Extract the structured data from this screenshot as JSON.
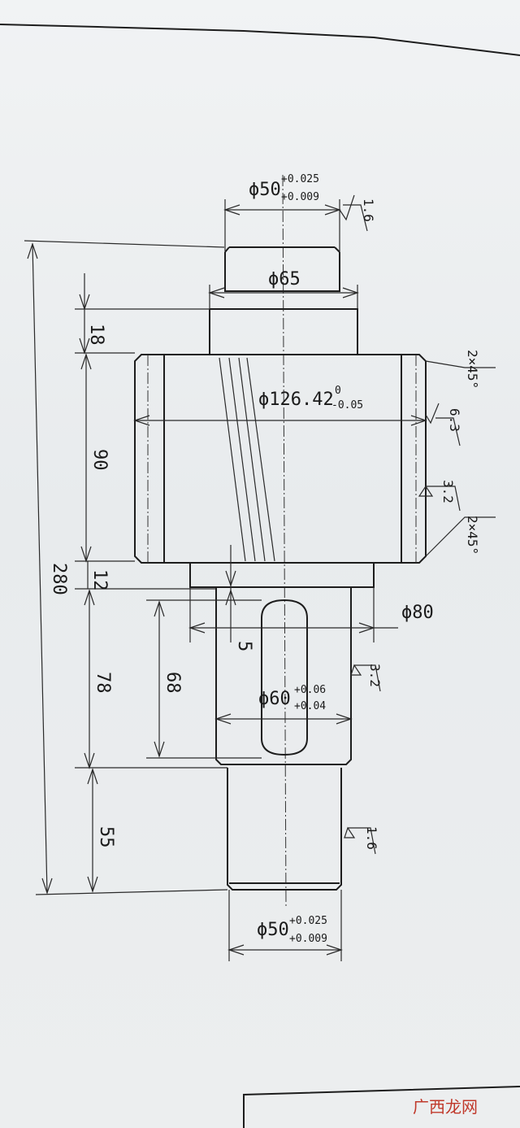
{
  "part": {
    "dims": {
      "top_journal_dia": "ϕ50",
      "top_journal_tol_upper": "+0.025",
      "top_journal_tol_lower": "+0.009",
      "shoulder_dia": "ϕ65",
      "drum_dia": "ϕ126.42",
      "drum_tol_upper": "0",
      "drum_tol_lower": "-0.05",
      "collar_dia": "ϕ80",
      "keyed_dia": "ϕ60",
      "keyed_tol_upper": "+0.06",
      "keyed_tol_lower": "+0.04",
      "bottom_journal_dia": "ϕ50",
      "bottom_journal_tol_upper": "+0.025",
      "bottom_journal_tol_lower": "+0.009",
      "len_total": "280",
      "len_shoulder": "18",
      "len_drum": "90",
      "len_collar": "12",
      "len_keyed": "78",
      "len_keyway": "68",
      "len_bottom_journal": "55",
      "len_step": "5"
    },
    "roughness": {
      "top_journal": "1.6",
      "drum_outer": "6.3",
      "drum_lower": "3.2",
      "keyed": "3.2",
      "bottom_journal": "1.6"
    },
    "chamfers": {
      "top": "2×45°",
      "bottom": "2×45°"
    }
  },
  "watermark": {
    "text": "广西龙网"
  }
}
